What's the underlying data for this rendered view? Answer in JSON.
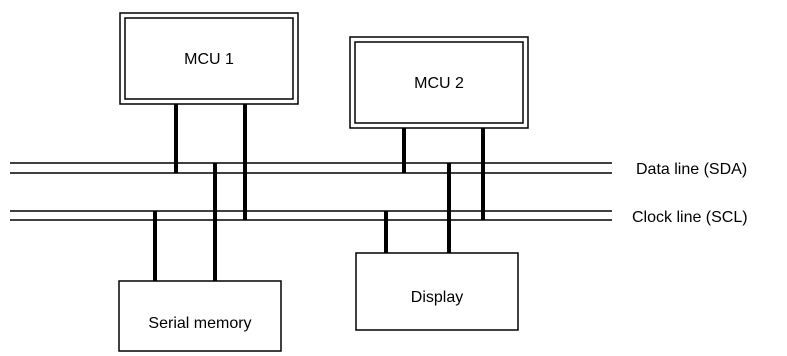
{
  "nodes": {
    "mcu1": {
      "label": "MCU 1"
    },
    "mcu2": {
      "label": "MCU 2"
    },
    "serial_memory": {
      "label": "Serial memory"
    },
    "display": {
      "label": "Display"
    }
  },
  "buses": {
    "data_line": {
      "label": "Data line (SDA)"
    },
    "clock_line": {
      "label": "Clock line (SCL)"
    }
  },
  "edges": [
    {
      "from": "MCU 1",
      "to": "Data line (SDA)"
    },
    {
      "from": "MCU 1",
      "to": "Clock line (SCL)"
    },
    {
      "from": "MCU 2",
      "to": "Data line (SDA)"
    },
    {
      "from": "MCU 2",
      "to": "Clock line (SCL)"
    },
    {
      "from": "Serial memory",
      "to": "Clock line (SCL)"
    },
    {
      "from": "Serial memory",
      "to": "Data line (SDA)"
    },
    {
      "from": "Display",
      "to": "Clock line (SCL)"
    },
    {
      "from": "Display",
      "to": "Data line (SDA)"
    }
  ],
  "colors": {
    "stroke": "#000000",
    "background": "#ffffff"
  }
}
